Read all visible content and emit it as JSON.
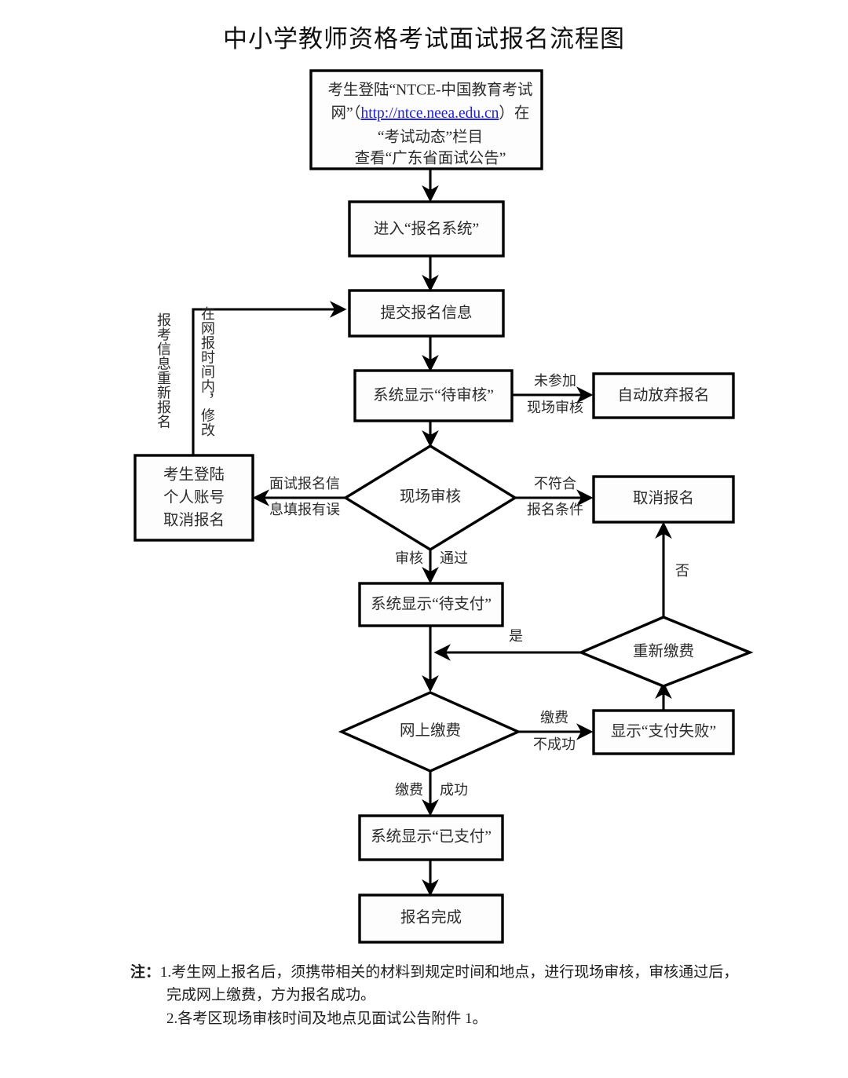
{
  "document": {
    "title": "中小学教师资格考试面试报名流程图",
    "type": "flowchart"
  },
  "nodes": {
    "start": {
      "shape": "rect",
      "lines": [
        "考生登陆“NTCE-中国教育考试",
        "网”（http://ntce.neea.edu.cn）在",
        "“考试动态”栏目",
        "查看“广东省面试公告”"
      ],
      "line2_pre": "网”（",
      "line2_link": "http://ntce.neea.edu.cn",
      "line2_post": "）在",
      "link_color": "#2222cc"
    },
    "enter_system": {
      "shape": "rect",
      "label": "进入“报名系统”"
    },
    "submit_info": {
      "shape": "rect",
      "label": "提交报名信息"
    },
    "pending_review": {
      "shape": "rect",
      "label": "系统显示“待审核”"
    },
    "auto_abandon": {
      "shape": "rect",
      "label": "自动放弃报名"
    },
    "onsite_review": {
      "shape": "diamond",
      "label": "现场审核"
    },
    "cancel_by_self": {
      "shape": "rect",
      "lines": [
        "考生登陆",
        "个人账号",
        "取消报名"
      ]
    },
    "cancel_registration": {
      "shape": "rect",
      "label": "取消报名"
    },
    "pending_payment": {
      "shape": "rect",
      "label": "系统显示“待支付”"
    },
    "repay": {
      "shape": "diamond",
      "label": "重新缴费"
    },
    "online_payment": {
      "shape": "diamond",
      "label": "网上缴费"
    },
    "payment_failed": {
      "shape": "rect",
      "label": "显示“支付失败”"
    },
    "paid": {
      "shape": "rect",
      "label": "系统显示“已支付”"
    },
    "done": {
      "shape": "rect",
      "label": "报名完成"
    }
  },
  "edge_labels": {
    "not_attend_line1": "未参加",
    "not_attend_line2": "现场审核",
    "info_error_line1": "面试报名信",
    "info_error_line2": "息填报有误",
    "not_qualified_line1": "不符合",
    "not_qualified_line2": "报名条件",
    "review_pass_a": "审核",
    "review_pass_b": "通过",
    "yes": "是",
    "no": "否",
    "pay_fail_line1": "缴费",
    "pay_fail_line2": "不成功",
    "pay_ok_a": "缴费",
    "pay_ok_b": "成功"
  },
  "vertical_labels": {
    "reapply": "报考信息重新报名",
    "modify_in_window": "在网报时间内，修改"
  },
  "notes": {
    "prefix": "注：",
    "items": [
      {
        "num": "1.",
        "lines": [
          "考生网上报名后，须携带相关的材料到规定时间和地点，进行现场审核，审核通过后，",
          "完成网上缴费，方为报名成功。"
        ]
      },
      {
        "num": "2.",
        "lines": [
          "各考区现场审核时间及地点见面试公告附件 1。"
        ]
      }
    ]
  }
}
